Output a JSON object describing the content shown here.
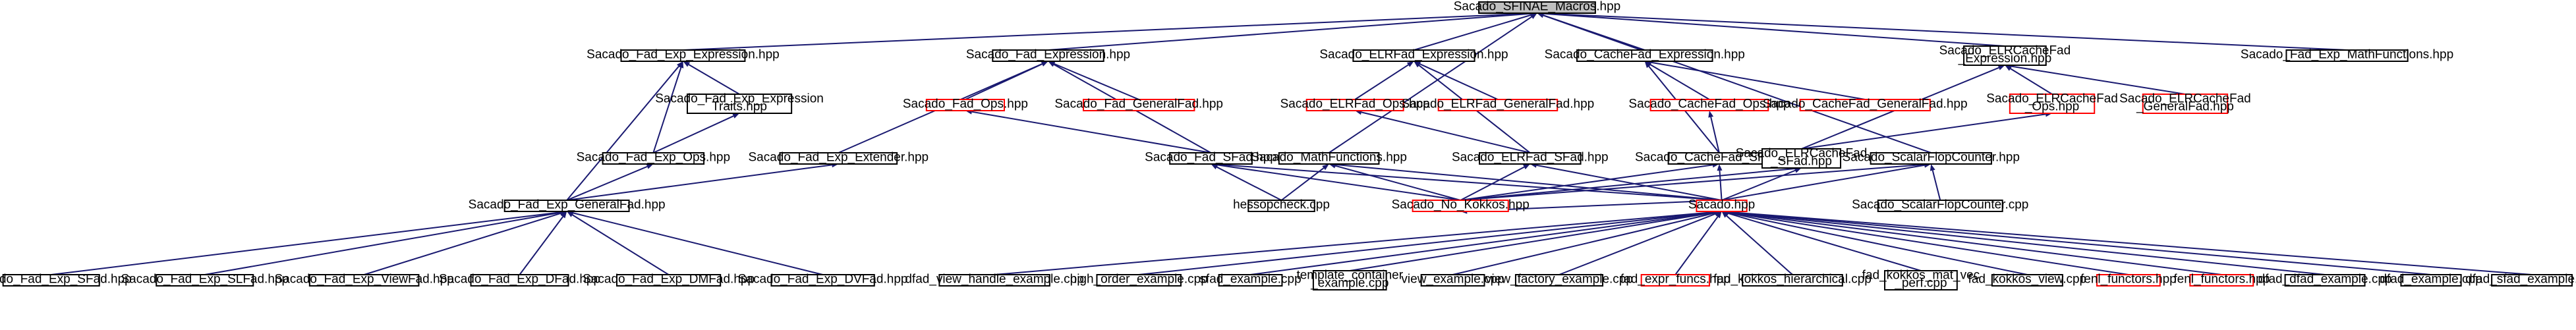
{
  "diagram_title": "",
  "colors": {
    "edge": "#191970",
    "root_fill": "#bfbfbf",
    "red_border": "#ff0000",
    "black_border": "#000000"
  },
  "nodes": [
    {
      "id": "root",
      "label": [
        "Sacado_SFINAE_Macros.hpp"
      ],
      "style": "root"
    },
    {
      "id": "fadexpexpr",
      "label": [
        "Sacado_Fad_Exp_Expression.hpp"
      ]
    },
    {
      "id": "fadexpr",
      "label": [
        "Sacado_Fad_Expression.hpp"
      ]
    },
    {
      "id": "elrexpr",
      "label": [
        "Sacado_ELRFad_Expression.hpp"
      ]
    },
    {
      "id": "cacheexpr",
      "label": [
        "Sacado_CacheFad_Expression.hpp"
      ]
    },
    {
      "id": "elrcacheexpr",
      "label": [
        "Sacado_ELRCacheFad",
        "_Expression.hpp"
      ]
    },
    {
      "id": "mathfuncs",
      "label": [
        "Sacado_Fad_Exp_MathFunctions.hpp"
      ]
    },
    {
      "id": "exptraits",
      "label": [
        "Sacado_Fad_Exp_Expression",
        "Traits.hpp"
      ]
    },
    {
      "id": "fadops",
      "label": [
        "Sacado_Fad_Ops.hpp"
      ],
      "style": "red"
    },
    {
      "id": "fadgeneral",
      "label": [
        "Sacado_Fad_GeneralFad.hpp"
      ],
      "style": "red"
    },
    {
      "id": "elrops",
      "label": [
        "Sacado_ELRFad_Ops.hpp"
      ],
      "style": "red"
    },
    {
      "id": "elrgeneral",
      "label": [
        "Sacado_ELRFad_GeneralFad.hpp"
      ],
      "style": "red"
    },
    {
      "id": "cacheops",
      "label": [
        "Sacado_CacheFad_Ops.hpp"
      ],
      "style": "red"
    },
    {
      "id": "cachegeneral",
      "label": [
        "Sacado_CacheFad_GeneralFad.hpp"
      ],
      "style": "red"
    },
    {
      "id": "elrcacheops",
      "label": [
        "Sacado_ELRCacheFad",
        "_Ops.hpp"
      ],
      "style": "red"
    },
    {
      "id": "elrcachegeneral",
      "label": [
        "Sacado_ELRCacheFad",
        "_GeneralFad.hpp"
      ],
      "style": "red"
    },
    {
      "id": "expops",
      "label": [
        "Sacado_Fad_Exp_Ops.hpp"
      ]
    },
    {
      "id": "expextender",
      "label": [
        "Sacado_Fad_Exp_Extender.hpp"
      ]
    },
    {
      "id": "fadsfad",
      "label": [
        "Sacado_Fad_SFad.hpp"
      ]
    },
    {
      "id": "mathfunctions",
      "label": [
        "Sacado_MathFunctions.hpp"
      ]
    },
    {
      "id": "elrsfad",
      "label": [
        "Sacado_ELRFad_SFad.hpp"
      ]
    },
    {
      "id": "cachesfad",
      "label": [
        "Sacado_CacheFad_SFad.hpp"
      ]
    },
    {
      "id": "elrcachesfad",
      "label": [
        "Sacado_ELRCacheFad",
        "_SFad.hpp"
      ]
    },
    {
      "id": "scalarflop",
      "label": [
        "Sacado_ScalarFlopCounter.hpp"
      ]
    },
    {
      "id": "expgeneral",
      "label": [
        "Sacado_Fad_Exp_GeneralFad.hpp"
      ]
    },
    {
      "id": "hessop",
      "label": [
        "hessopcheck.cpp"
      ]
    },
    {
      "id": "nokokkos",
      "label": [
        "Sacado_No_Kokkos.hpp"
      ],
      "style": "red"
    },
    {
      "id": "sacado",
      "label": [
        "Sacado.hpp"
      ],
      "style": "red"
    },
    {
      "id": "scalarflopcpp",
      "label": [
        "Sacado_ScalarFlopCounter.cpp"
      ]
    },
    {
      "id": "expsfad",
      "label": [
        "Sacado_Fad_Exp_SFad.hpp"
      ]
    },
    {
      "id": "expslfad",
      "label": [
        "Sacado_Fad_Exp_SLFad.hpp"
      ]
    },
    {
      "id": "expviewfad",
      "label": [
        "Sacado_Fad_Exp_ViewFad.hpp"
      ]
    },
    {
      "id": "expdfad",
      "label": [
        "Sacado_Fad_Exp_DFad.hpp"
      ]
    },
    {
      "id": "expdmfad",
      "label": [
        "Sacado_Fad_Exp_DMFad.hpp"
      ]
    },
    {
      "id": "expdvfad",
      "label": [
        "Sacado_Fad_Exp_DVFad.hpp"
      ]
    },
    {
      "id": "ex1",
      "label": [
        "dfad_view_handle_example.cpp"
      ]
    },
    {
      "id": "ex2",
      "label": [
        "high_order_example.cpp"
      ]
    },
    {
      "id": "ex3",
      "label": [
        "sfad_example.cpp"
      ]
    },
    {
      "id": "ex4",
      "label": [
        "template_container",
        "_example.cpp"
      ]
    },
    {
      "id": "ex5",
      "label": [
        "view_example.cpp"
      ]
    },
    {
      "id": "ex6",
      "label": [
        "view_factory_example.cpp"
      ]
    },
    {
      "id": "ex7",
      "label": [
        "fad_expr_funcs.hpp"
      ],
      "style": "red"
    },
    {
      "id": "ex8",
      "label": [
        "fad_kokkos_hierarchical.cpp"
      ]
    },
    {
      "id": "ex9",
      "label": [
        "fad_kokkos_mat_vec",
        "_perf.cpp"
      ]
    },
    {
      "id": "ex10",
      "label": [
        "fad_kokkos_view.cpp"
      ]
    },
    {
      "id": "ex11",
      "label": [
        "fenl_functors.hpp"
      ],
      "style": "red"
    },
    {
      "id": "ex12",
      "label": [
        "fenl_functors.hpp"
      ],
      "style": "red"
    },
    {
      "id": "ex13",
      "label": [
        "dfad_dfad_example.cpp"
      ]
    },
    {
      "id": "ex14",
      "label": [
        "dfad_example.cpp"
      ]
    },
    {
      "id": "ex15",
      "label": [
        "dfad_sfad_example.cpp"
      ]
    }
  ],
  "edges": [
    [
      "fadexpexpr",
      "root"
    ],
    [
      "fadexpr",
      "root"
    ],
    [
      "elrexpr",
      "root"
    ],
    [
      "cacheexpr",
      "root"
    ],
    [
      "elrcacheexpr",
      "root"
    ],
    [
      "mathfuncs",
      "root"
    ],
    [
      "mathfunctions",
      "root"
    ],
    [
      "scalarflop",
      "root"
    ],
    [
      "exptraits",
      "fadexpexpr"
    ],
    [
      "expops",
      "fadexpexpr"
    ],
    [
      "expgeneral",
      "fadexpexpr"
    ],
    [
      "expops",
      "exptraits"
    ],
    [
      "expgeneral",
      "expops"
    ],
    [
      "expgeneral",
      "expextender"
    ],
    [
      "fadops",
      "fadexpr"
    ],
    [
      "fadgeneral",
      "fadexpr"
    ],
    [
      "fadsfad",
      "fadexpr"
    ],
    [
      "expextender",
      "fadexpr"
    ],
    [
      "fadsfad",
      "fadops"
    ],
    [
      "elrops",
      "elrexpr"
    ],
    [
      "elrgeneral",
      "elrexpr"
    ],
    [
      "elrsfad",
      "elrexpr"
    ],
    [
      "elrsfad",
      "elrops"
    ],
    [
      "cacheops",
      "cacheexpr"
    ],
    [
      "cachegeneral",
      "cacheexpr"
    ],
    [
      "cachesfad",
      "cacheexpr"
    ],
    [
      "cachesfad",
      "cacheops"
    ],
    [
      "elrcacheops",
      "elrcacheexpr"
    ],
    [
      "elrcachegeneral",
      "elrcacheexpr"
    ],
    [
      "elrcachesfad",
      "elrcacheexpr"
    ],
    [
      "elrcachesfad",
      "elrcacheops"
    ],
    [
      "expsfad",
      "expgeneral"
    ],
    [
      "expslfad",
      "expgeneral"
    ],
    [
      "expviewfad",
      "expgeneral"
    ],
    [
      "expdfad",
      "expgeneral"
    ],
    [
      "expdmfad",
      "expgeneral"
    ],
    [
      "expdvfad",
      "expgeneral"
    ],
    [
      "hessop",
      "fadsfad"
    ],
    [
      "nokokkos",
      "fadsfad"
    ],
    [
      "sacado",
      "fadsfad"
    ],
    [
      "hessop",
      "mathfunctions"
    ],
    [
      "nokokkos",
      "mathfunctions"
    ],
    [
      "sacado",
      "mathfunctions"
    ],
    [
      "nokokkos",
      "elrsfad"
    ],
    [
      "sacado",
      "elrsfad"
    ],
    [
      "nokokkos",
      "cachesfad"
    ],
    [
      "sacado",
      "cachesfad"
    ],
    [
      "nokokkos",
      "elrcachesfad"
    ],
    [
      "sacado",
      "elrcachesfad"
    ],
    [
      "nokokkos",
      "scalarflop"
    ],
    [
      "sacado",
      "scalarflop"
    ],
    [
      "scalarflopcpp",
      "scalarflop"
    ],
    [
      "sacado",
      "nokokkos"
    ],
    [
      "ex1",
      "sacado"
    ],
    [
      "ex2",
      "sacado"
    ],
    [
      "ex3",
      "sacado"
    ],
    [
      "ex4",
      "sacado"
    ],
    [
      "ex5",
      "sacado"
    ],
    [
      "ex6",
      "sacado"
    ],
    [
      "ex7",
      "sacado"
    ],
    [
      "ex8",
      "sacado"
    ],
    [
      "ex9",
      "sacado"
    ],
    [
      "ex10",
      "sacado"
    ],
    [
      "ex11",
      "sacado"
    ],
    [
      "ex12",
      "sacado"
    ],
    [
      "ex13",
      "sacado"
    ],
    [
      "ex14",
      "sacado"
    ],
    [
      "ex15",
      "sacado"
    ]
  ]
}
